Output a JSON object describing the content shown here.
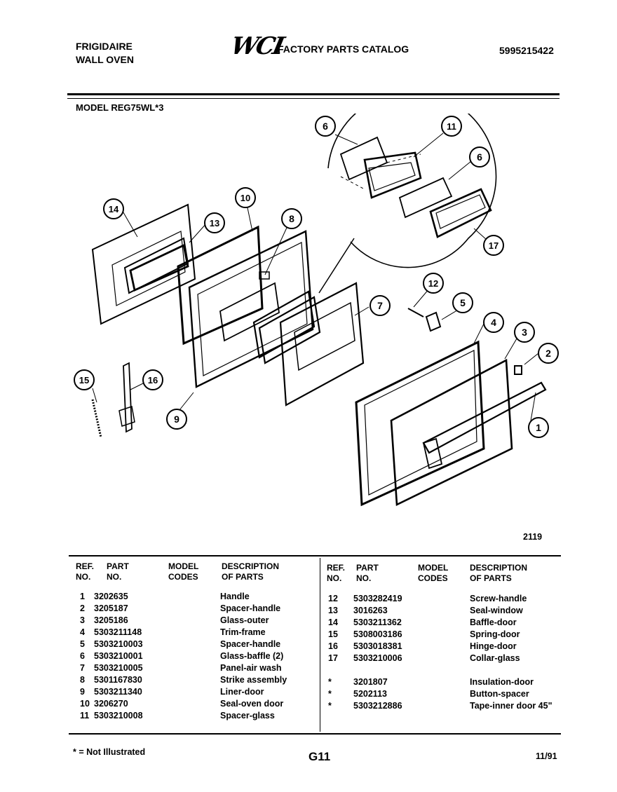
{
  "header": {
    "brand": "FRIGIDAIRE",
    "product": "WALL OVEN",
    "logo": "WCI",
    "catalog_title": "FACTORY PARTS CATALOG",
    "catalog_number": "5995215422"
  },
  "model_line": "MODEL REG75WL*3",
  "diagram": {
    "figure_number": "2119",
    "callouts": [
      "1",
      "2",
      "3",
      "4",
      "5",
      "6",
      "6",
      "7",
      "8",
      "9",
      "10",
      "11",
      "12",
      "13",
      "14",
      "15",
      "16",
      "17"
    ]
  },
  "table": {
    "headers": {
      "ref": [
        "REF.",
        "NO."
      ],
      "part": [
        "PART",
        "NO."
      ],
      "model": [
        "MODEL",
        "CODES"
      ],
      "desc": [
        "DESCRIPTION",
        "OF PARTS"
      ]
    },
    "left_rows": [
      {
        "ref": "1",
        "part": "3202635",
        "code": "",
        "desc": "Handle"
      },
      {
        "ref": "2",
        "part": "3205187",
        "code": "",
        "desc": "Spacer-handle"
      },
      {
        "ref": "3",
        "part": "3205186",
        "code": "",
        "desc": "Glass-outer"
      },
      {
        "ref": "4",
        "part": "5303211148",
        "code": "",
        "desc": "Trim-frame"
      },
      {
        "ref": "5",
        "part": "5303210003",
        "code": "",
        "desc": "Spacer-handle"
      },
      {
        "ref": "6",
        "part": "5303210001",
        "code": "",
        "desc": "Glass-baffle (2)"
      },
      {
        "ref": "7",
        "part": "5303210005",
        "code": "",
        "desc": "Panel-air wash"
      },
      {
        "ref": "8",
        "part": "5301167830",
        "code": "",
        "desc": "Strike assembly"
      },
      {
        "ref": "9",
        "part": "5303211340",
        "code": "",
        "desc": "Liner-door"
      },
      {
        "ref": "10",
        "part": "3206270",
        "code": "",
        "desc": "Seal-oven door"
      },
      {
        "ref": "11",
        "part": "5303210008",
        "code": "",
        "desc": "Spacer-glass"
      }
    ],
    "right_rows": [
      {
        "ref": "12",
        "part": "5303282419",
        "code": "",
        "desc": "Screw-handle"
      },
      {
        "ref": "13",
        "part": "3016263",
        "code": "",
        "desc": "Seal-window"
      },
      {
        "ref": "14",
        "part": "5303211362",
        "code": "",
        "desc": "Baffle-door"
      },
      {
        "ref": "15",
        "part": "5308003186",
        "code": "",
        "desc": "Spring-door"
      },
      {
        "ref": "16",
        "part": "5303018381",
        "code": "",
        "desc": "Hinge-door"
      },
      {
        "ref": "17",
        "part": "5303210006",
        "code": "",
        "desc": "Collar-glass"
      },
      {
        "ref": "",
        "part": "",
        "code": "",
        "desc": ""
      },
      {
        "ref": "*",
        "part": "3201807",
        "code": "",
        "desc": "Insulation-door"
      },
      {
        "ref": "*",
        "part": "5202113",
        "code": "",
        "desc": "Button-spacer"
      },
      {
        "ref": "*",
        "part": "5303212886",
        "code": "",
        "desc": "Tape-inner door 45\""
      }
    ]
  },
  "footer": {
    "legend": "* = Not Illustrated",
    "page": "G11",
    "date": "11/91"
  }
}
